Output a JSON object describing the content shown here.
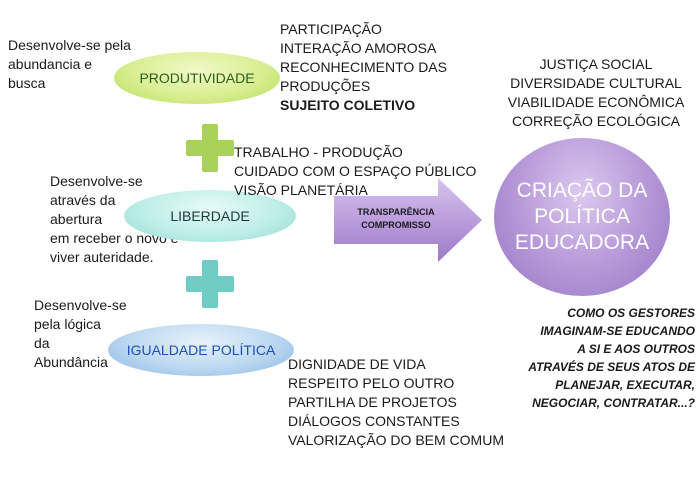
{
  "left_notes": {
    "produtividade": [
      "Desenvolve-se pela",
      "abundancia e",
      "busca"
    ],
    "liberdade": [
      "Desenvolve-se",
      "através da",
      "abertura",
      "em receber o novo e",
      "viver auteridade."
    ],
    "igualdade": [
      "Desenvolve-se",
      "pela lógica",
      "da",
      "Abundância"
    ]
  },
  "ovals": {
    "produtividade": "PRODUTIVIDADE",
    "liberdade": "LIBERDADE",
    "igualdade": "IGUALDADE  POLÍTICA",
    "criacao": [
      "CRIAÇÃO DA",
      "POLÍTICA",
      "EDUCADORA"
    ]
  },
  "lists": {
    "produtividade": [
      "PARTICIPAÇÃO",
      "INTERAÇÃO AMOROSA",
      "RECONHECIMENTO DAS",
      "PRODUÇÕES"
    ],
    "produtividade_bold": "SUJEITO COLETIVO",
    "liberdade": [
      "TRABALHO - PRODUÇÃO",
      "CUIDADO COM O ESPAÇO PÚBLICO",
      "VISÃO PLANETÁRIA"
    ],
    "igualdade": [
      "DIGNIDADE DE VIDA",
      "RESPEITO PELO OUTRO",
      "PARTILHA DE PROJETOS",
      "DIÁLOGOS CONSTANTES",
      "VALORIZAÇÃO DO BEM COMUM"
    ],
    "criacao_top": [
      "JUSTIÇA SOCIAL",
      "DIVERSIDADE CULTURAL",
      "VIABILIDADE ECONÔMICA",
      "CORREÇÃO ECOLÓGICA"
    ]
  },
  "arrow": [
    "TRANSPARÊNCIA",
    "COMPROMISSO"
  ],
  "bottom_note": [
    "COMO OS GESTORES",
    "IMAGINAM-SE EDUCANDO",
    "A SI E AOS OUTROS",
    "ATRAVÉS DE SEUS ATOS DE",
    "PLANEJAR, EXECUTAR,",
    "NEGOCIAR, CONTRATAR...?"
  ],
  "colors": {
    "green_light": "#e6f3a8",
    "green_mid": "#b7de64",
    "teal_light": "#d6f6f3",
    "teal_mid": "#a8e6df",
    "blue_light": "#cfe4f6",
    "blue_mid": "#8fbde6",
    "purple_light": "#d6c2eb",
    "purple_mid": "#9b79c6",
    "plus_green": "#a9d15a",
    "plus_teal": "#6fcdc6",
    "igualdade_text": "#1f4fb5"
  }
}
